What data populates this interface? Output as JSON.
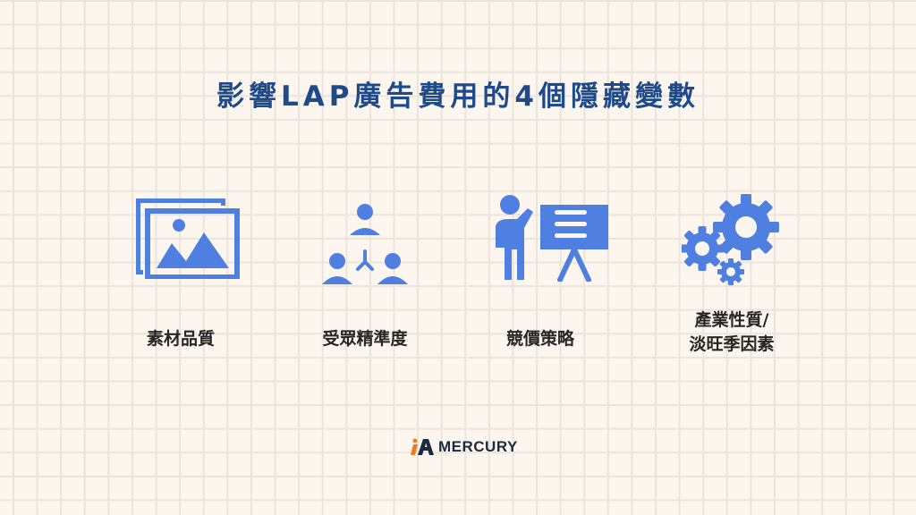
{
  "title": "影響LAP廣告費用的4個隱藏變數",
  "colors": {
    "background": "#fdf6ef",
    "grid": "#ebe4dc",
    "title": "#1f4a8a",
    "icon": "#4f7fe0",
    "label": "#262626",
    "logo_accent": "#f07a1e",
    "logo_dark": "#1c2a40"
  },
  "factors": [
    {
      "icon": "image-gallery-icon",
      "label": "素材品質"
    },
    {
      "icon": "audience-network-icon",
      "label": "受眾精準度"
    },
    {
      "icon": "presentation-icon",
      "label": "競價策略"
    },
    {
      "icon": "gears-icon",
      "label_line1": "產業性質/",
      "label_line2": "淡旺季因素"
    }
  ],
  "logo": {
    "text": "MERCURY"
  }
}
